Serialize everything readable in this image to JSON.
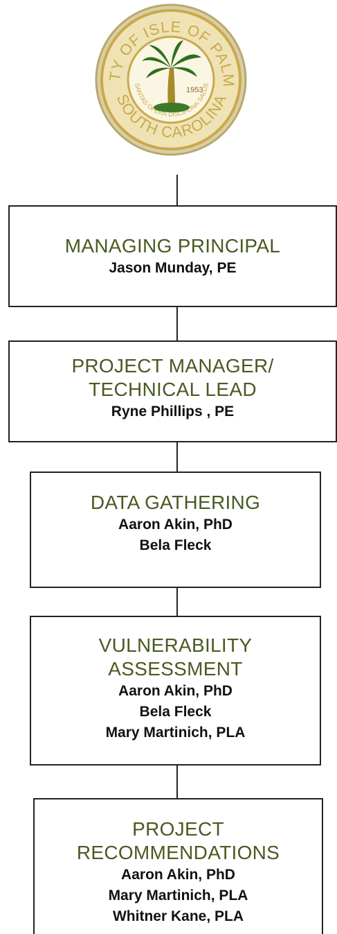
{
  "seal": {
    "ring_top": "CITY OF ISLE OF PALMS",
    "ring_bottom": "SOUTH CAROLINA",
    "motto": "SANTAS·OPERA·DISCIPLINA·SALUS",
    "year": "1953",
    "gold": "#c9a94a",
    "ring_fill": "#e9dca8",
    "palm_green": "#2f6e22"
  },
  "colors": {
    "role_text": "#4a5a22",
    "border": "#222222",
    "name_text": "#111111"
  },
  "boxes": [
    {
      "title_lines": [
        "MANAGING PRINCIPAL"
      ],
      "people": [
        "Jason Munday, PE"
      ]
    },
    {
      "title_lines": [
        "PROJECT MANAGER/",
        "TECHNICAL LEAD"
      ],
      "people": [
        "Ryne Phillips , PE"
      ]
    },
    {
      "title_lines": [
        "DATA GATHERING"
      ],
      "people": [
        "Aaron Akin, PhD",
        "Bela Fleck"
      ]
    },
    {
      "title_lines": [
        "VULNERABILITY",
        "ASSESSMENT"
      ],
      "people": [
        "Aaron Akin, PhD",
        "Bela Fleck",
        "Mary Martinich, PLA"
      ]
    },
    {
      "title_lines": [
        "PROJECT",
        "RECOMMENDATIONS"
      ],
      "people": [
        "Aaron Akin, PhD",
        "Mary Martinich, PLA",
        "Whitner Kane, PLA"
      ]
    }
  ]
}
